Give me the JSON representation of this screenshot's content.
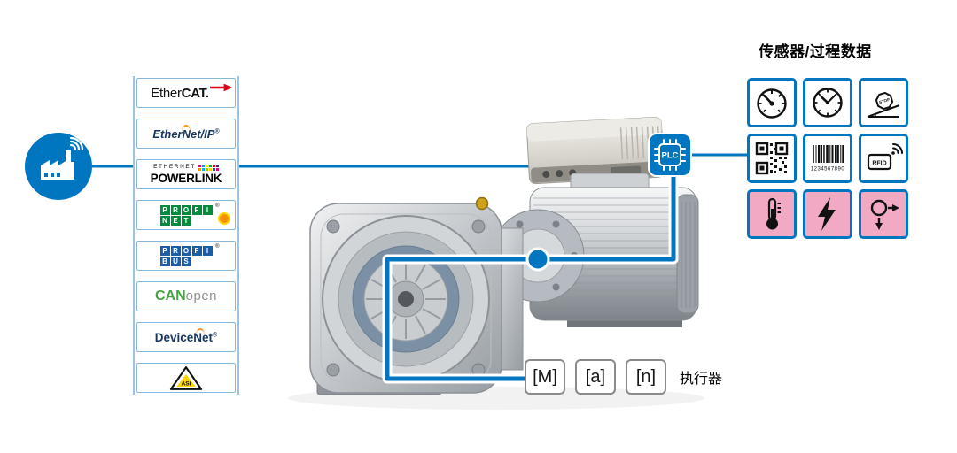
{
  "colors": {
    "accent": "#0076C0",
    "tile_pink": "#F2A9C4",
    "line": "#0076C0"
  },
  "network": {
    "source_icon": "factory-with-signal",
    "protocols": [
      {
        "id": "ethercat",
        "prefix": "Ether",
        "bold": "CAT."
      },
      {
        "id": "ethernet-ip",
        "text": "EtherNet/IP",
        "reg": "®"
      },
      {
        "id": "ethernet-powerlink",
        "top": "ETHERNET",
        "main": "POWERLINK",
        "pixels": [
          "#e6007e",
          "#009fe3",
          "#ffed00",
          "#00a651",
          "#e30613",
          "#312783",
          "#f39200",
          "#00b1eb",
          "#95c11f",
          "#ffcc00",
          "#274b9f",
          "#e5007d"
        ]
      },
      {
        "id": "profinet",
        "row1": "PROFI",
        "row2": "NET",
        "reg": "®"
      },
      {
        "id": "profibus",
        "row1": "PROFI",
        "row2": "BUS",
        "reg": "®"
      },
      {
        "id": "canopen",
        "part1": "CAN",
        "part2": "open"
      },
      {
        "id": "devicenet",
        "text": "DeviceNet",
        "reg": "®"
      },
      {
        "id": "as-interface",
        "label": "ASi"
      }
    ]
  },
  "plc": {
    "label": "PLC"
  },
  "sensor_panel": {
    "title": "传感器/过程数据",
    "tiles": [
      {
        "id": "speed-gauge"
      },
      {
        "id": "clock"
      },
      {
        "id": "stop-on-incline",
        "text": "STOP"
      },
      {
        "id": "qr-code"
      },
      {
        "id": "barcode",
        "digits": "1234567890"
      },
      {
        "id": "rfid",
        "label": "RFID"
      },
      {
        "id": "thermometer",
        "bg": "pink"
      },
      {
        "id": "energy",
        "bg": "pink"
      },
      {
        "id": "load-forces",
        "bg": "pink"
      }
    ]
  },
  "actuators": {
    "boxes": [
      {
        "label": "[M]"
      },
      {
        "label": "[a]"
      },
      {
        "label": "[n]"
      }
    ],
    "label": "执行器"
  }
}
